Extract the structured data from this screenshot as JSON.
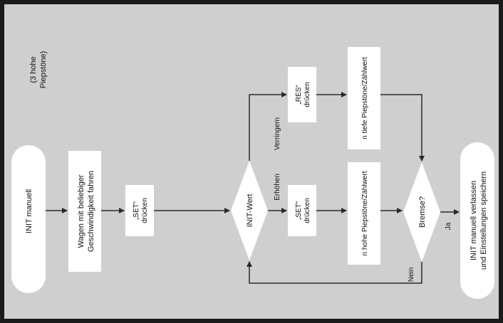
{
  "diagram": {
    "note": [
      "(3 hohe",
      "Piepstöne)"
    ],
    "nodes": {
      "start": "INIT manuell",
      "drive": [
        "Wagen mit beliebiger",
        "Geschwindigkeit fahren"
      ],
      "set1": [
        "„SET“",
        "drücken"
      ],
      "decision": "INIT-Wert",
      "set2": [
        "„SET“",
        "drücken"
      ],
      "res": [
        "„RES“",
        "drücken"
      ],
      "count_up": "n hohe Piepstöne/Zählwert",
      "count_down": "n tiefe Piepstöne/Zählwert",
      "brake": "Bremse?",
      "end": [
        "INIT manuell verlassen",
        "und Einstellungen speichern"
      ]
    },
    "edge_labels": {
      "increase": "Erhöhen",
      "decrease": "Verringern",
      "yes": "Ja",
      "no": "Nein"
    },
    "colors": {
      "background": "#cfcfcf",
      "frame": "#1b1b1b",
      "box": "#ffffff",
      "line": "#2a2a2a"
    }
  }
}
